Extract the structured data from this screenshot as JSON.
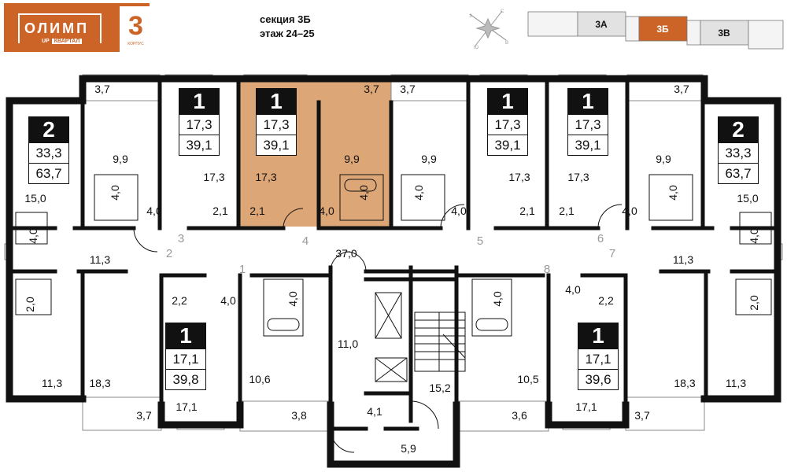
{
  "logo": {
    "name": "ОЛИМП",
    "up": "UP",
    "kvartal": "КВАРТАЛ",
    "building_number": "3",
    "building_label": "КОРПУС"
  },
  "header": {
    "section": "секция 3Б",
    "floor": "этаж 24–25"
  },
  "compass": {
    "north": "С",
    "south": "Ю",
    "east": "В",
    "west": "З"
  },
  "keymap": {
    "sections": [
      "3А",
      "3Б",
      "3В"
    ],
    "active": "3Б",
    "active_color": "#CC6428"
  },
  "colors": {
    "highlight": "#DDA677",
    "wall": "#111111",
    "accent": "#CC6428"
  },
  "apartments": [
    {
      "rooms": "2",
      "living": "33,3",
      "total": "63,7"
    },
    {
      "rooms": "1",
      "living": "17,3",
      "total": "39,1"
    },
    {
      "rooms": "1",
      "living": "17,3",
      "total": "39,1",
      "highlighted": true
    },
    {
      "rooms": "1",
      "living": "17,3",
      "total": "39,1"
    },
    {
      "rooms": "1",
      "living": "17,3",
      "total": "39,1"
    },
    {
      "rooms": "2",
      "living": "33,3",
      "total": "63,7"
    },
    {
      "rooms": "1",
      "living": "17,1",
      "total": "39,8"
    },
    {
      "rooms": "1",
      "living": "17,1",
      "total": "39,6"
    }
  ],
  "apartment_numbers": [
    "1",
    "2",
    "3",
    "4",
    "5",
    "6",
    "7",
    "8"
  ],
  "room_areas": [
    "3,7",
    "3,7",
    "3,7",
    "3,7",
    "9,9",
    "9,9",
    "9,9",
    "9,9",
    "17,3",
    "17,3",
    "17,3",
    "17,3",
    "15,0",
    "15,0",
    "4,0",
    "4,0",
    "2,1",
    "2,1",
    "4,0",
    "4,0",
    "4,0",
    "4,0",
    "2,1",
    "2,1",
    "4,0",
    "4,0",
    "4,0",
    "4,0",
    "11,3",
    "37,0",
    "11,3",
    "2,0",
    "2,2",
    "4,0",
    "4,0",
    "11,0",
    "4,0",
    "4,0",
    "2,2",
    "2,0",
    "11,3",
    "18,3",
    "10,6",
    "17,1",
    "15,2",
    "10,5",
    "17,1",
    "18,3",
    "11,3",
    "3,7",
    "3,8",
    "4,1",
    "3,6",
    "3,7",
    "5,9"
  ]
}
